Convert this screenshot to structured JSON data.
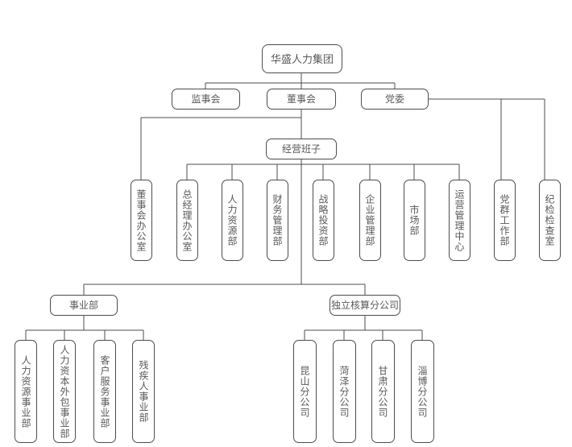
{
  "org_chart": {
    "root": "华盛人力集团",
    "level2": {
      "supervisory_board": "监事会",
      "board_of_directors": "董事会",
      "party_committee": "党委"
    },
    "management_team": "经营班子",
    "departments": [
      "董事会办公室",
      "总经理办公室",
      "人力资源部",
      "财务管理部",
      "战略投资部",
      "企业管理部",
      "市场部",
      "运营管理中心",
      "党群工作部",
      "纪检检查室"
    ],
    "division_groups": {
      "business_division": "事业部",
      "independent_branches": "独立核算分公司"
    },
    "business_units": [
      "人力资源事业部",
      "人力资本外包事业部",
      "客户服务事业部",
      "残疾人事业部"
    ],
    "branch_companies": [
      "昆山分公司",
      "菏泽分公司",
      "甘肃分公司",
      "淄博分公司"
    ],
    "colors": {
      "line": "#4d4d4d",
      "border": "#4d4d4d",
      "text": "#595959",
      "background": "#ffffff"
    }
  }
}
